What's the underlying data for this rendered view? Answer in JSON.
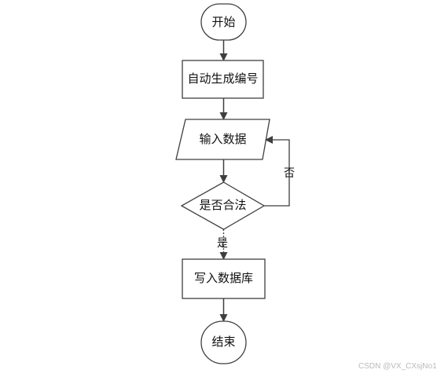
{
  "nodes": {
    "start": "开始",
    "generate_id": "自动生成编号",
    "input_data": "输入数据",
    "is_valid": "是否合法",
    "write_db": "写入数据库",
    "end": "结束"
  },
  "edges": {
    "yes_label": "是",
    "no_label": "否"
  },
  "watermark": "CSDN @VX_CXsjNo1",
  "colors": {
    "stroke": "#3f3f3f",
    "arrow": "#3f3f3f",
    "text": "#111111",
    "watermark": "#b9b9b9"
  }
}
